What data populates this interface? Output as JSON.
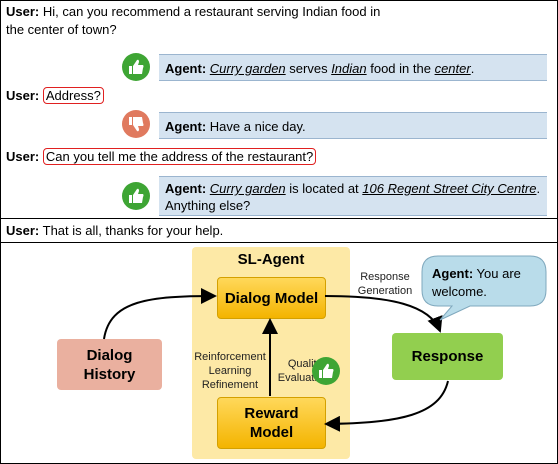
{
  "dialog": {
    "user1_label": "User:",
    "user1_text_line1": "Hi, can you recommend a restaurant serving Indian food in",
    "user1_text_line2": "the center of town?",
    "agent1": {
      "label": "Agent:",
      "p1": "Curry garden",
      "p2": " serves ",
      "p3": "Indian",
      "p4": " food in the ",
      "p5": "center",
      "p6": "."
    },
    "user2_label": "User:",
    "user2_text": "Address?",
    "agent2": {
      "label": "Agent:",
      "text": "Have a nice day."
    },
    "user3_label": "User:",
    "user3_text": "Can you tell me the address of the restaurant?",
    "agent3": {
      "label": "Agent:",
      "p1": "Curry garden",
      "p2": " is located at ",
      "p3": "106 Regent Street City Centre",
      "p4": ".",
      "line2": "Anything else?"
    },
    "user4_label": "User:",
    "user4_text": "That is all, thanks for your help."
  },
  "diagram": {
    "sl_agent": "SL-Agent",
    "dialog_model": "Dialog Model",
    "reward_model_l1": "Reward",
    "reward_model_l2": "Model",
    "dialog_history_l1": "Dialog",
    "dialog_history_l2": "History",
    "response": "Response",
    "response_generation_l1": "Response",
    "response_generation_l2": "Generation",
    "rl_l1": "Reinforcement",
    "rl_l2": "Learning",
    "rl_l3": "Refinement",
    "quality_l1": "Quality",
    "quality_l2": "Evaluation:",
    "bubble_label": "Agent:",
    "bubble_text1": " You are",
    "bubble_text2": "welcome."
  },
  "colors": {
    "agent_bg": "#d5e3f0",
    "thumb_up": "#3ea534",
    "thumb_down": "#e07a5f",
    "highlight": "#e02020",
    "sl_agent_bg": "#fde9a6",
    "model_fill": "#f4b400",
    "history_fill": "#eab09f",
    "response_fill": "#92cf4f",
    "bubble_fill": "#b9dcea"
  },
  "icons": [
    "thumbs-up-icon",
    "thumbs-down-icon"
  ]
}
